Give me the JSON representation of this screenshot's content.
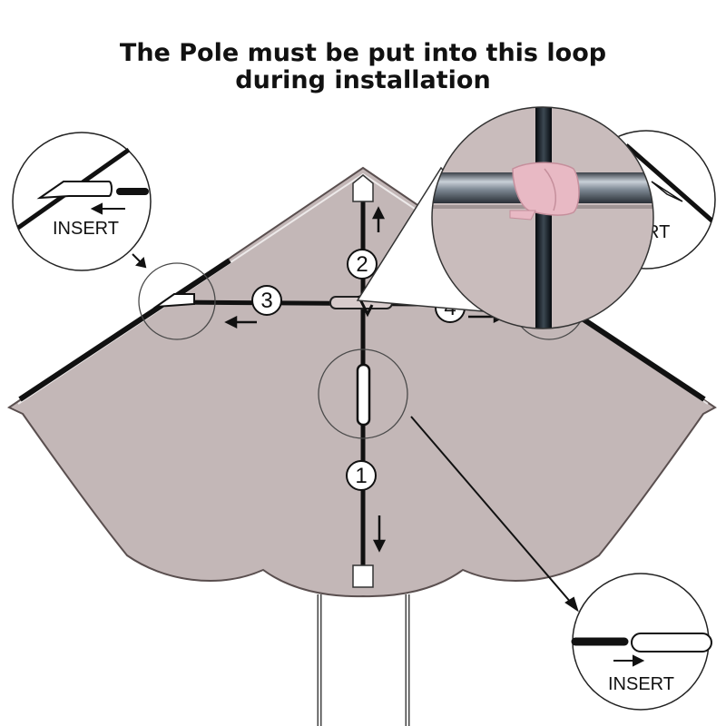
{
  "title": {
    "line1": "The Pole must be put into this loop",
    "line2": "during installation"
  },
  "labels": {
    "insert_left": "INSERT",
    "insert_right_partial": "RT",
    "insert_bottom": "INSERT"
  },
  "steps": [
    "1",
    "2",
    "3",
    "4"
  ],
  "colors": {
    "canopy_fill": "#c3b7b7",
    "canopy_outline": "#5a4f4f",
    "pole": "#111111",
    "ribbon": "#e8b9c4",
    "background": "#ffffff"
  },
  "icons": {
    "arrow": "arrow-icon",
    "sleeve": "pole-sleeve-icon"
  }
}
